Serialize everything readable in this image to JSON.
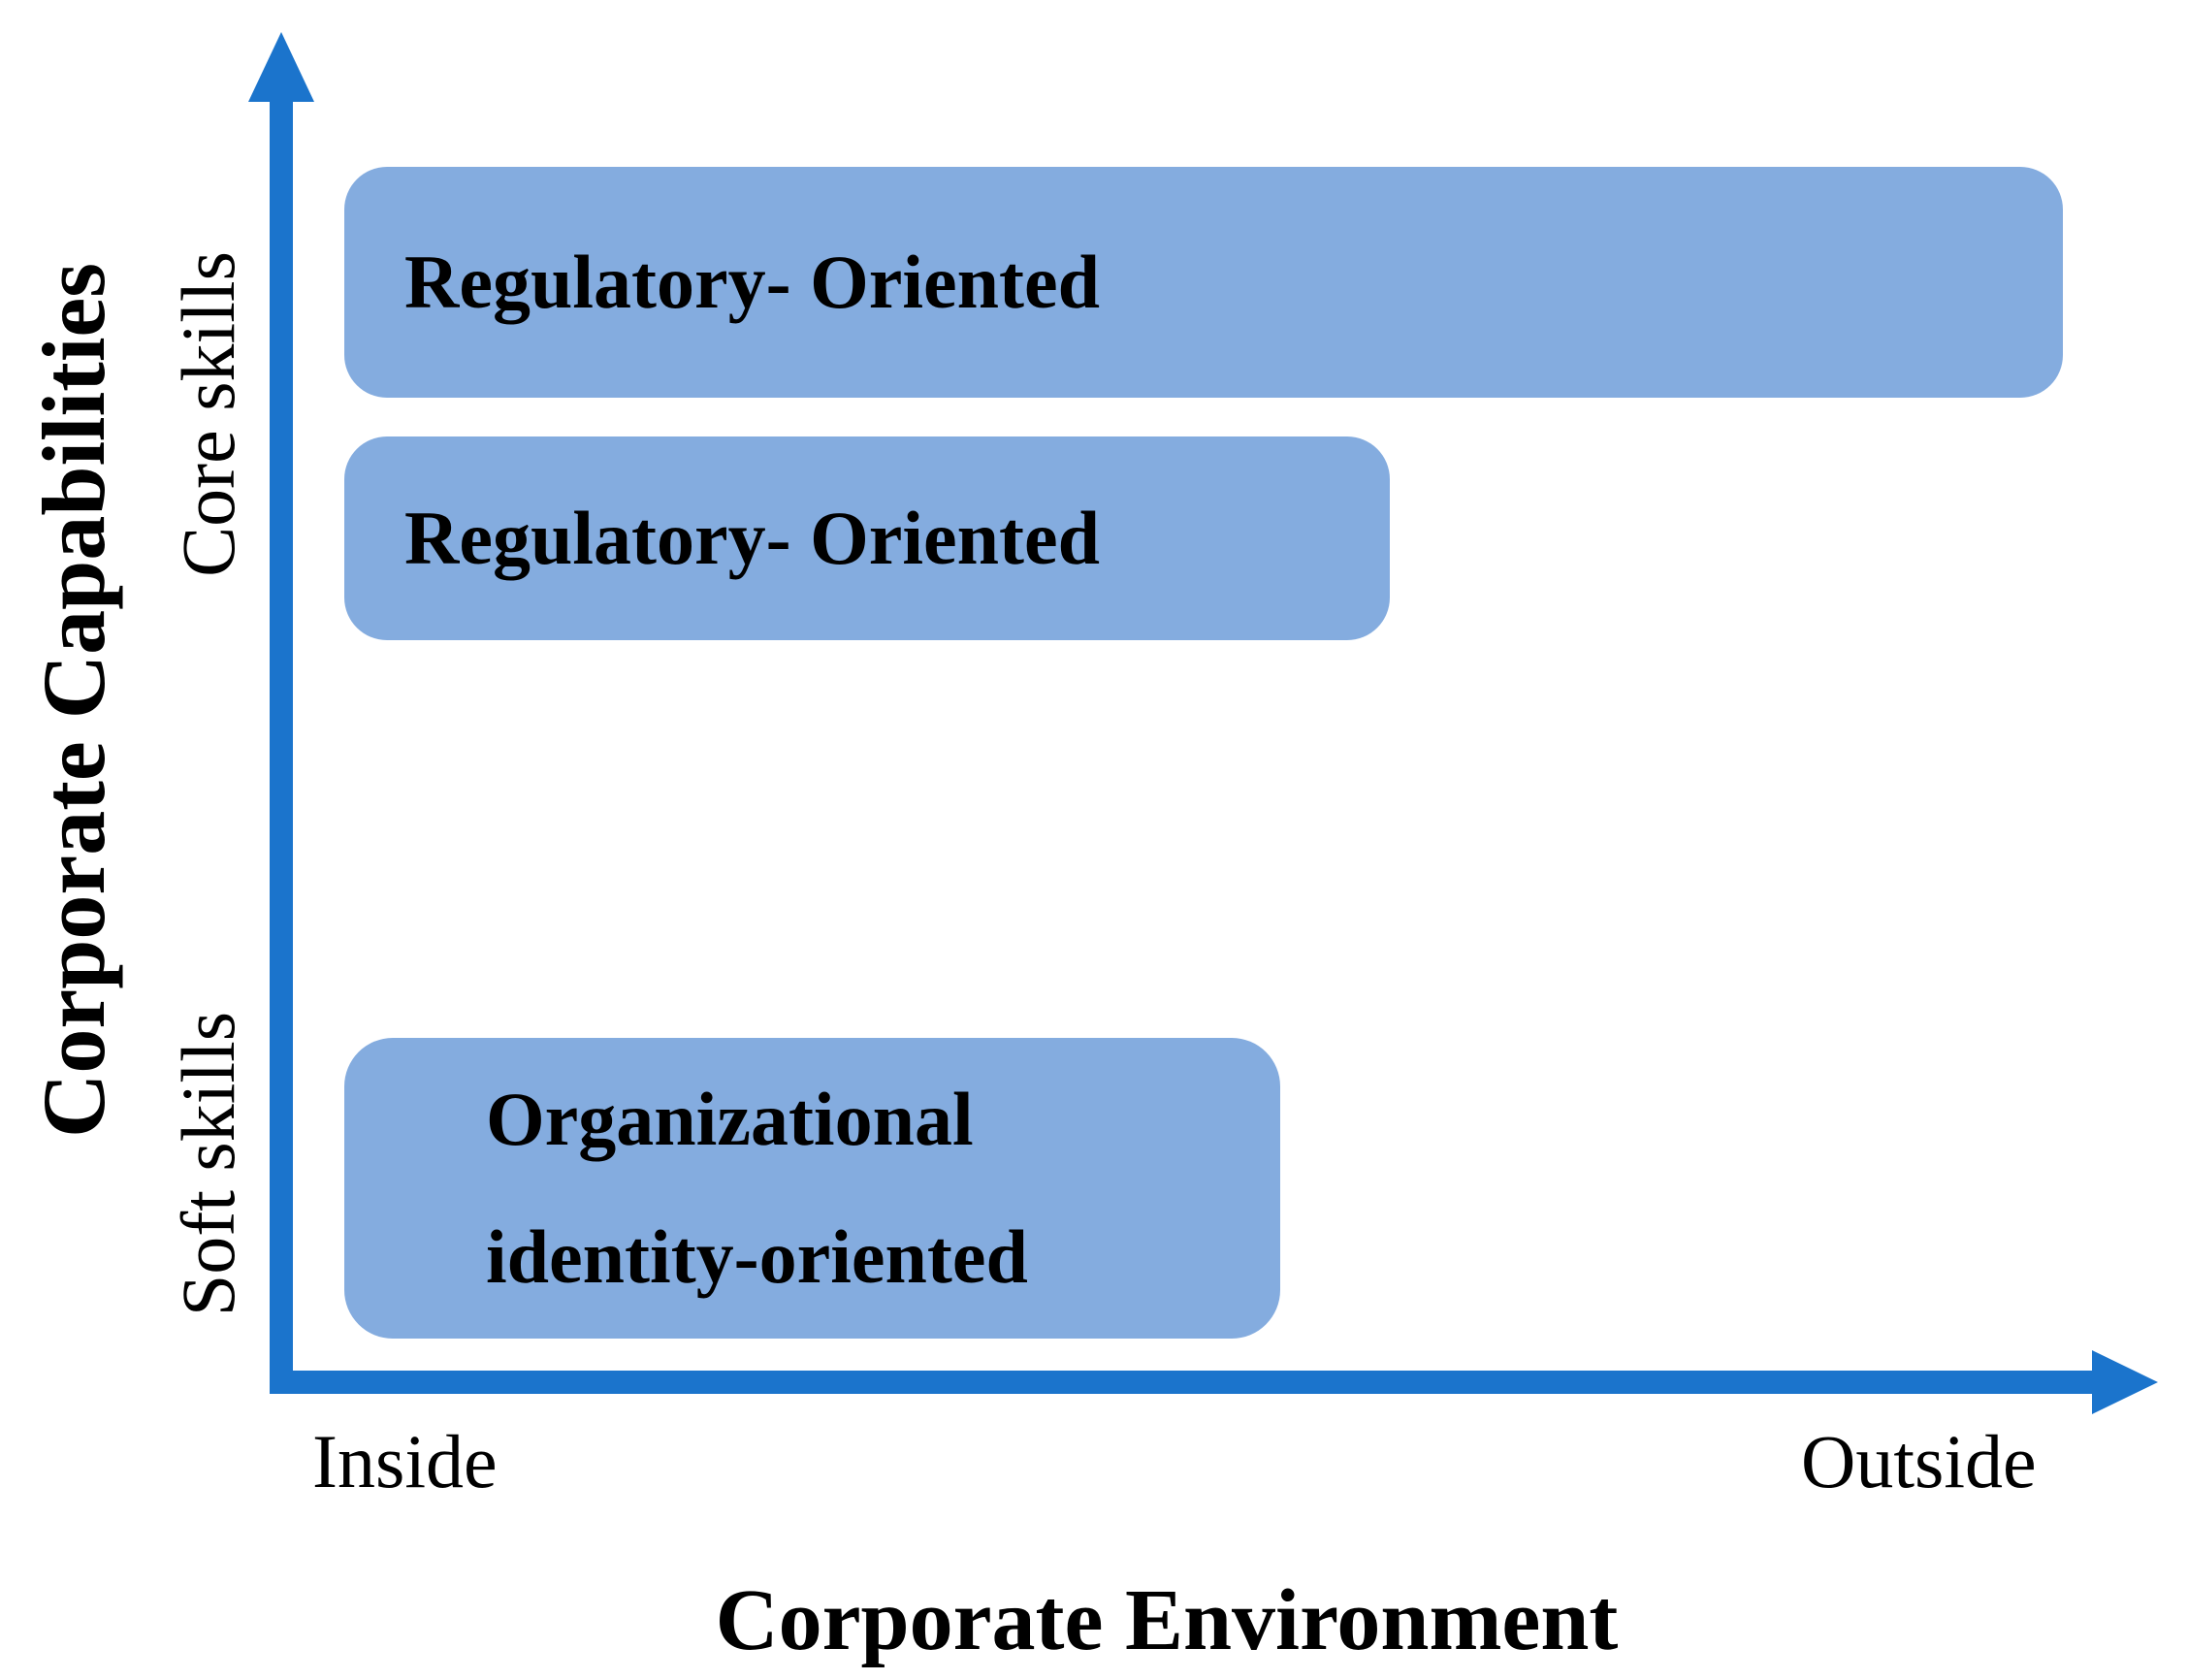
{
  "chart_data": {
    "type": "bar",
    "orientation": "horizontal",
    "title": "",
    "xlabel": "Corporate Environment",
    "ylabel": "Corporate Capabilities",
    "x_tick_labels": [
      "Inside",
      "Outside"
    ],
    "y_tick_labels": [
      "Core skills",
      "Soft skills"
    ],
    "axis_style": "arrows, no gridlines, no numeric scale",
    "bars": [
      {
        "label": "Regulatory- Oriented",
        "lines": [
          "Regulatory- Oriented"
        ],
        "row": "Core skills",
        "extent_fraction": 0.94
      },
      {
        "label": "Regulatory- Oriented",
        "lines": [
          "Regulatory- Oriented"
        ],
        "row": "Core skills",
        "extent_fraction": 0.58
      },
      {
        "label": "Organizational identity-oriented",
        "lines": [
          "Organizational",
          "identity-oriented"
        ],
        "row": "Soft skills",
        "extent_fraction": 0.53
      }
    ],
    "colors": {
      "axis": "#1B74CC",
      "bar_fill": "#84ACDF",
      "text": "#000000",
      "background": "#FFFFFF"
    }
  }
}
